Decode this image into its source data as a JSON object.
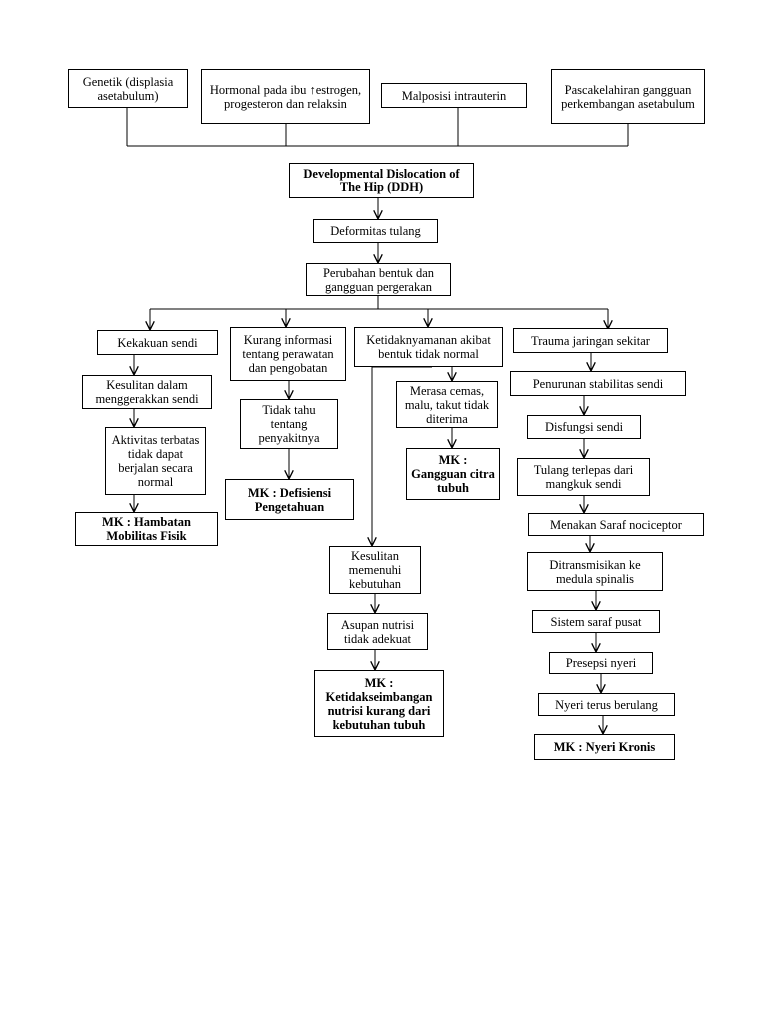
{
  "causes": {
    "genetik": "Genetik (displasia asetabulum)",
    "hormonal": "Hormonal pada ibu ↑estrogen, progesteron dan relaksin",
    "malposisi": "Malposisi intrauterin",
    "pascakelahiran": "Pascakelahiran gangguan perkembangan asetabulum"
  },
  "main": {
    "ddh": "Developmental Dislocation of The Hip (DDH)",
    "deformitas": "Deformitas tulang",
    "perubahan": "Perubahan bentuk dan gangguan pergerakan"
  },
  "branch1": {
    "kekakuan": "Kekakuan sendi",
    "kesulitan": "Kesulitan dalam menggerakkan sendi",
    "aktivitas": "Aktivitas terbatas tidak dapat berjalan secara normal",
    "mk": "MK : Hambatan Mobilitas Fisik"
  },
  "branch2": {
    "kurang_info": "Kurang informasi tentang perawatan dan pengobatan",
    "tidak_tahu": "Tidak tahu tentang penyakitnya",
    "mk": "MK : Defisiensi Pengetahuan"
  },
  "branch3": {
    "ketidaknyamanan": "Ketidaknyamanan akibat bentuk tidak normal",
    "merasa_cemas": "Merasa cemas, malu, takut tidak diterima",
    "mk_citra": "MK : Gangguan citra tubuh",
    "kesulitan_kebutuhan": "Kesulitan memenuhi kebutuhan",
    "asupan": "Asupan nutrisi tidak adekuat",
    "mk_nutrisi": "MK : Ketidakseimbangan nutrisi kurang dari kebutuhan tubuh"
  },
  "branch4": {
    "trauma": "Trauma jaringan sekitar",
    "penurunan": "Penurunan stabilitas sendi",
    "disfungsi": "Disfungsi sendi",
    "tulang_terlepas": "Tulang terlepas dari mangkuk sendi",
    "menakan": "Menakan Saraf nociceptor",
    "ditransmisikan": "Ditransmisikan ke medula spinalis",
    "sistem_saraf": "Sistem saraf pusat",
    "presepsi": "Presepsi nyeri",
    "nyeri_berulang": "Nyeri terus berulang",
    "mk": "MK : Nyeri Kronis"
  }
}
